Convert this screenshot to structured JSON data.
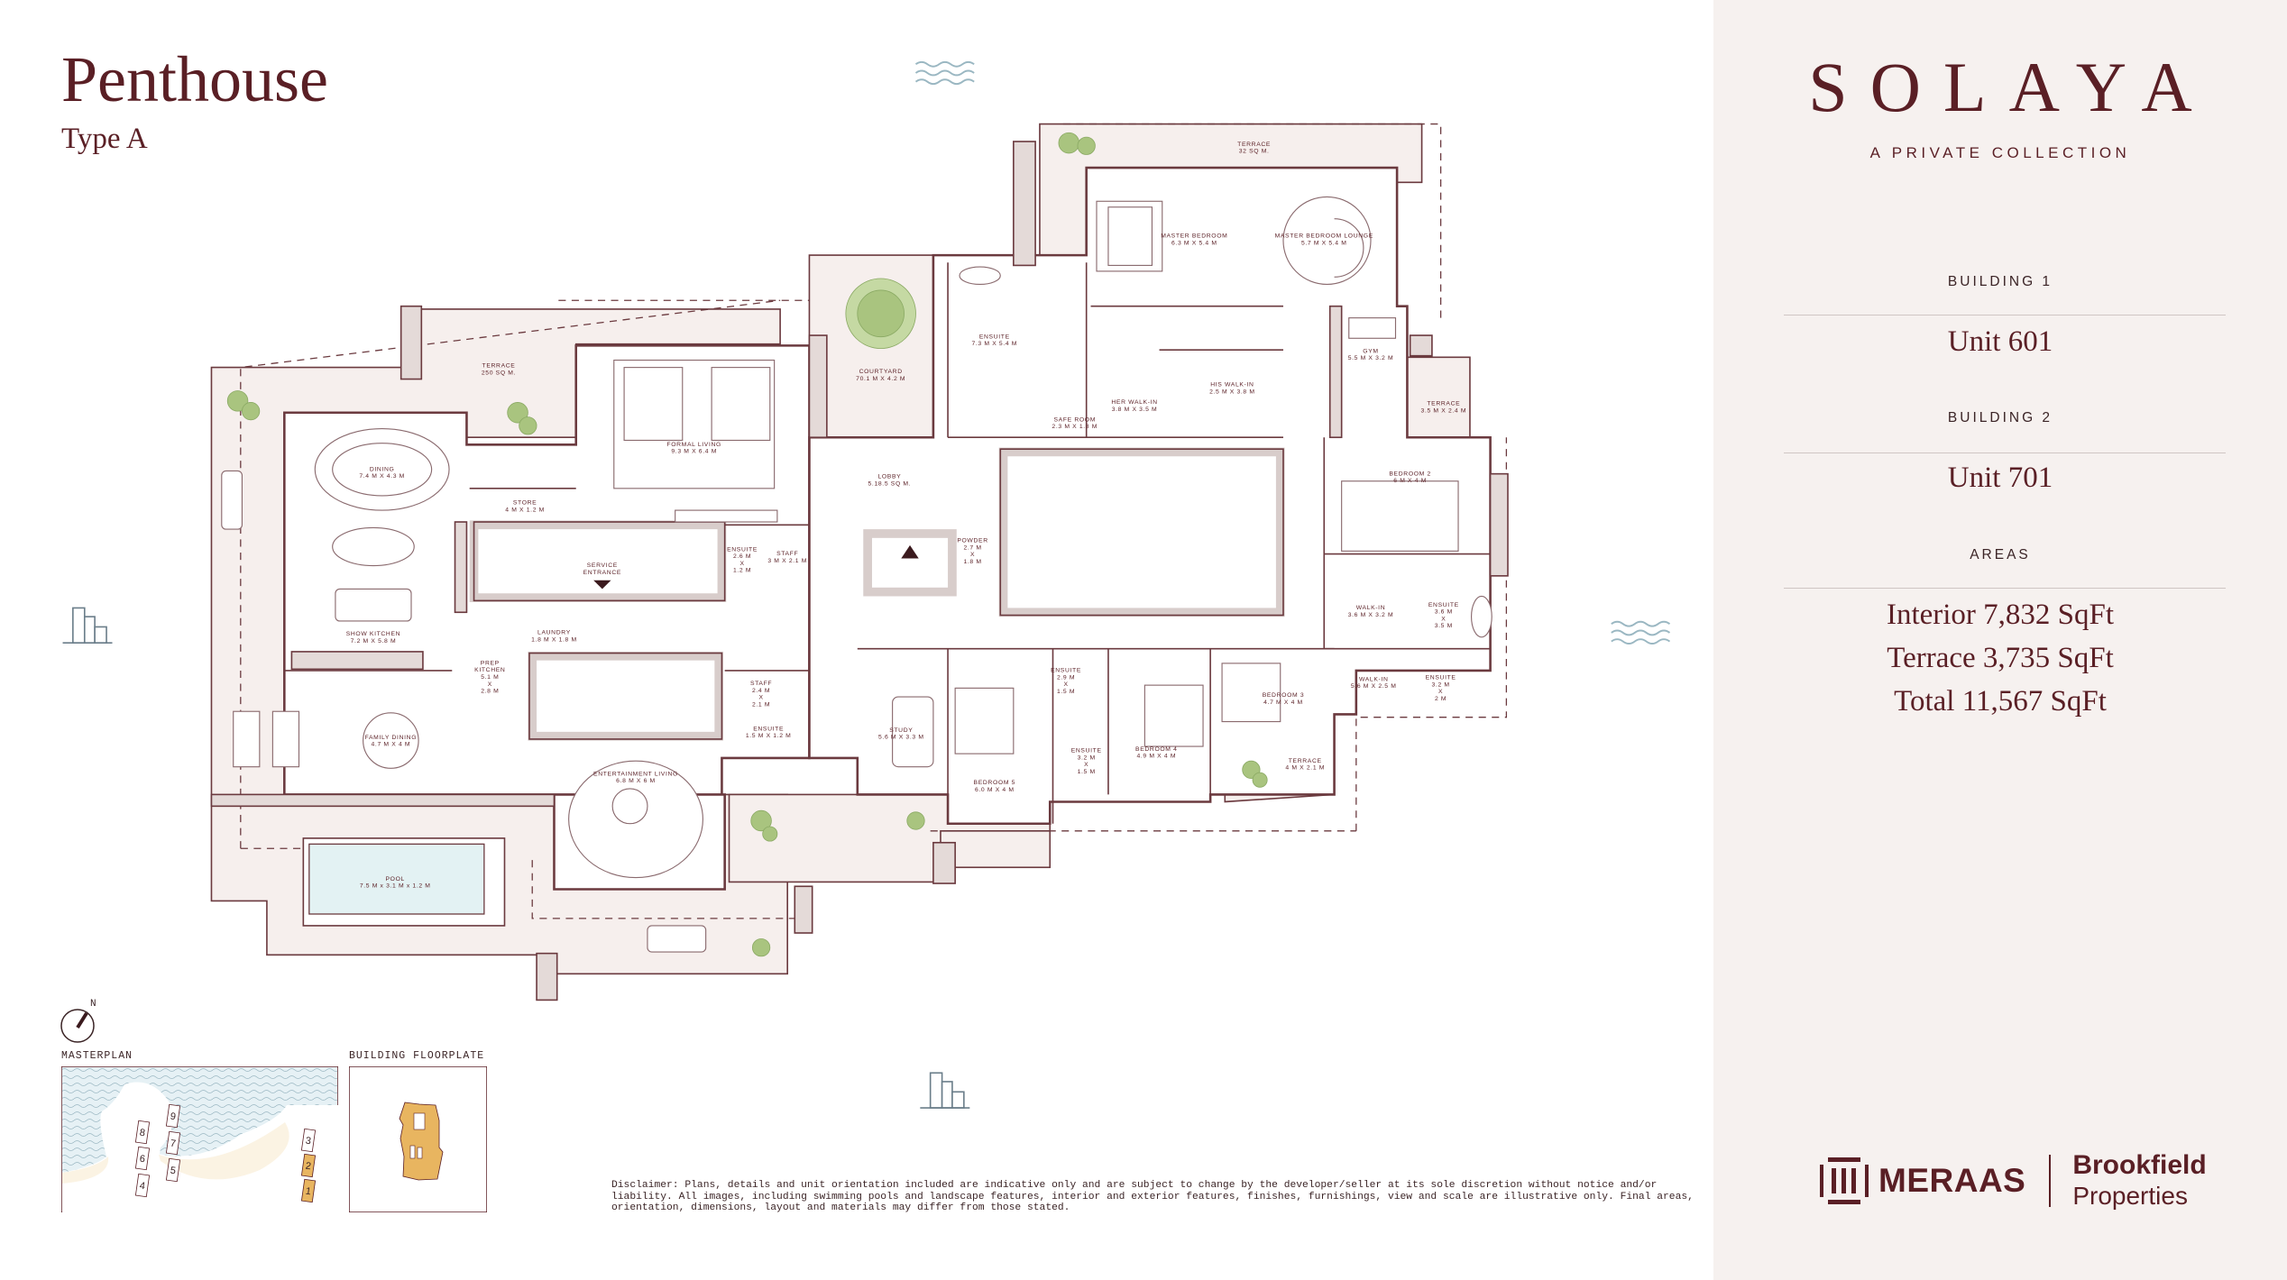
{
  "header": {
    "title": "Penthouse",
    "subtitle": "Type A"
  },
  "colors": {
    "text": "#5a1f25",
    "wall": "#6b3a3f",
    "wall_fill": "#e4dad8",
    "terrace": "#f6efed",
    "panel": "#f6f1ef",
    "plant": "#a9c47f",
    "pool": "#e3f2f3",
    "highlight": "#e8b560"
  },
  "plan": {
    "rooms": [
      {
        "lines": [
          "TERRACE",
          "32 SQ M."
        ]
      },
      {
        "lines": [
          "MASTER BEDROOM",
          "6.3 M X 5.4 M"
        ]
      },
      {
        "lines": [
          "MASTER BEDROOM LOUNGE",
          "5.7 M X 5.4 M"
        ]
      },
      {
        "lines": [
          "ENSUITE",
          "7.3 M X 5.4 M"
        ]
      },
      {
        "lines": [
          "COURTYARD",
          "70.1 M X 4.2 M"
        ]
      },
      {
        "lines": [
          "HER WALK-IN",
          "3.8 M X 3.5 M"
        ]
      },
      {
        "lines": [
          "HIS WALK-IN",
          "2.5 M X 3.8 M"
        ]
      },
      {
        "lines": [
          "SAFE ROOM",
          "2.3 M X 1.8 M"
        ]
      },
      {
        "lines": [
          "GYM",
          "5.5 M X 3.2 M"
        ]
      },
      {
        "lines": [
          "TERRACE",
          "3.5 M X 2.4 M"
        ]
      },
      {
        "lines": [
          "TERRACE",
          "250 SQ M."
        ]
      },
      {
        "lines": [
          "DINING",
          "7.4 M X 4.3 M"
        ]
      },
      {
        "lines": [
          "FORMAL LIVING",
          "9.3 M X 6.4 M"
        ]
      },
      {
        "lines": [
          "STORE",
          "4 M X 1.2 M"
        ]
      },
      {
        "lines": [
          "LOBBY",
          "5.18.5 SQ M."
        ]
      },
      {
        "lines": [
          "SERVICE",
          "ENTRANCE"
        ]
      },
      {
        "lines": [
          "ENSUITE",
          "2.6 M",
          "X",
          "1.2 M"
        ]
      },
      {
        "lines": [
          "STAFF",
          "3 M X 2.1 M"
        ]
      },
      {
        "lines": [
          "POWDER",
          "2.7 M",
          "X",
          "1.8 M"
        ]
      },
      {
        "lines": [
          "BEDROOM 2",
          "6 M X 4 M"
        ]
      },
      {
        "lines": [
          "WALK-IN",
          "3.6 M X 3.2 M"
        ]
      },
      {
        "lines": [
          "ENSUITE",
          "3.6 M",
          "X",
          "3.5 M"
        ]
      },
      {
        "lines": [
          "SHOW KITCHEN",
          "7.2 M X 5.8 M"
        ]
      },
      {
        "lines": [
          "LAUNDRY",
          "1.8 M X 1.8 M"
        ]
      },
      {
        "lines": [
          "PREP",
          "KITCHEN",
          "5.1 M",
          "X",
          "2.8 M"
        ]
      },
      {
        "lines": [
          "STAFF",
          "2.4 M",
          "X",
          "2.1 M"
        ]
      },
      {
        "lines": [
          "ENSUITE",
          "1.5 M X 1.2 M"
        ]
      },
      {
        "lines": [
          "WALK-IN",
          "5.6 M X 2.5 M"
        ]
      },
      {
        "lines": [
          "ENSUITE",
          "3.2 M",
          "X",
          "2 M"
        ]
      },
      {
        "lines": [
          "ENSUITE",
          "2.9 M",
          "X",
          "1.5 M"
        ]
      },
      {
        "lines": [
          "BEDROOM 3",
          "4.7 M X 4 M"
        ]
      },
      {
        "lines": [
          "FAMILY DINING",
          "4.7 M X 4 M"
        ]
      },
      {
        "lines": [
          "STUDY",
          "5.6 M X 3.3 M"
        ]
      },
      {
        "lines": [
          "ENSUITE",
          "3.2 M",
          "X",
          "1.5 M"
        ]
      },
      {
        "lines": [
          "BEDROOM 4",
          "4.9 M X 4 M"
        ]
      },
      {
        "lines": [
          "TERRACE",
          "4 M X 2.1 M"
        ]
      },
      {
        "lines": [
          "ENTERTAINMENT LIVING",
          "6.8 M X 6 M"
        ]
      },
      {
        "lines": [
          "BEDROOM 5",
          "6.0 M X 4 M"
        ]
      },
      {
        "lines": [
          "POOL",
          "7.5 M x 3.1 M x 1.2 M"
        ]
      }
    ]
  },
  "compass": {
    "label": "N"
  },
  "masterplan": {
    "label": "MASTERPLAN",
    "buildings": [
      "1",
      "2",
      "3",
      "4",
      "5",
      "6",
      "7",
      "8",
      "9"
    ],
    "highlighted": [
      "1",
      "2"
    ]
  },
  "floorplate": {
    "label": "BUILDING FLOORPLATE"
  },
  "disclaimer": "Disclaimer: Plans, details and unit orientation included are indicative only and are subject to change by the developer/seller at its sole discretion without notice and/or liability. All images, including swimming pools and landscape features, interior and exterior features, finishes, furnishings, view and scale are illustrative only. Final areas, orientation, dimensions, layout and materials may differ from those stated.",
  "brand": {
    "name": "SOLAYA",
    "tagline": "A PRIVATE COLLECTION"
  },
  "details": [
    {
      "heading": "BUILDING 1",
      "values": [
        "Unit 601"
      ]
    },
    {
      "heading": "BUILDING 2",
      "values": [
        "Unit 701"
      ]
    },
    {
      "heading": "AREAS",
      "values": [
        "Interior 7,832 SqFt",
        "Terrace 3,735 SqFt",
        "Total 11,567 SqFt"
      ]
    }
  ],
  "logos": {
    "meraas": "MERAAS",
    "brookfield_1": "Brookfield",
    "brookfield_2": "Properties"
  },
  "icons": [
    "waves-icon",
    "building-icon",
    "compass-icon"
  ]
}
